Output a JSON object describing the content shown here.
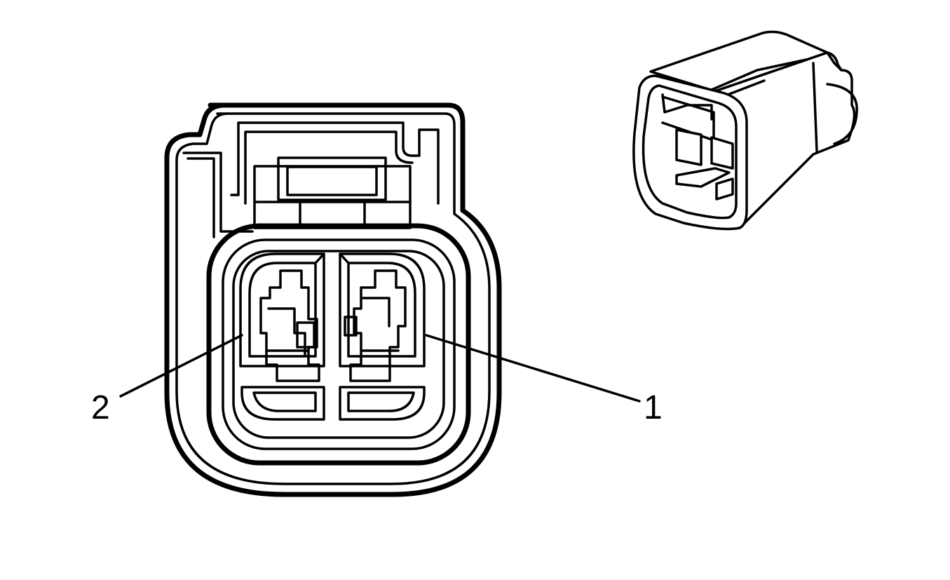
{
  "callouts": [
    {
      "id": "terminal-1",
      "label": "1"
    },
    {
      "id": "terminal-2",
      "label": "2"
    }
  ],
  "colors": {
    "line": "#000000",
    "background": "#ffffff"
  }
}
